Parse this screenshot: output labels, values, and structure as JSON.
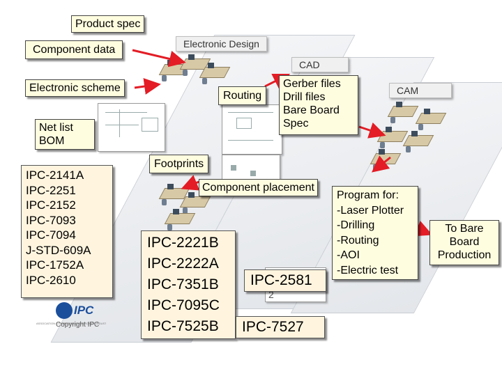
{
  "labels": {
    "product_spec": "Product spec",
    "component_data": "Component data",
    "electronic_scheme": "Electronic scheme",
    "net_list": [
      "Net list",
      "BOM"
    ],
    "routing": "Routing",
    "gerber": [
      "Gerber files",
      "Drill files",
      "Bare Board",
      "Spec"
    ],
    "footprints": "Footprints",
    "component_placement": "Component placement",
    "program_for": [
      "Program for:",
      "-Laser Plotter",
      "-Drilling",
      "-Routing",
      "-AOI",
      "-Electric test"
    ],
    "to_bare_board": [
      "To Bare",
      "Board",
      "Production"
    ]
  },
  "stations": {
    "electronic_design": "Electronic Design",
    "cad": "CAD",
    "cam": "CAM"
  },
  "standards": {
    "design_list": [
      "IPC-2141A",
      "IPC-2251",
      "IPC-2152",
      "IPC-7093",
      "IPC-7094",
      "J-STD-609A",
      "IPC-1752A",
      "IPC-2610"
    ],
    "cad_list": [
      "IPC-2221B",
      "IPC-2222A",
      "IPC-7351B",
      "IPC-7095C",
      "IPC-7525B"
    ],
    "ipc_2581": "IPC-2581",
    "ipc_7527": "IPC-7527",
    "small_digit": "2"
  },
  "footer": {
    "logo": "IPC",
    "logo_tagline": "ASSOCIATION CONNECTING ELECTRONICS INDUSTRIES",
    "copyright": "Copyright IPC"
  },
  "colors": {
    "arrow": "#e31c25",
    "box_fill": "#fffde0",
    "standard_fill": "#fff5df",
    "panel": "#e8eaee",
    "logo_blue": "#1b4f9c"
  }
}
